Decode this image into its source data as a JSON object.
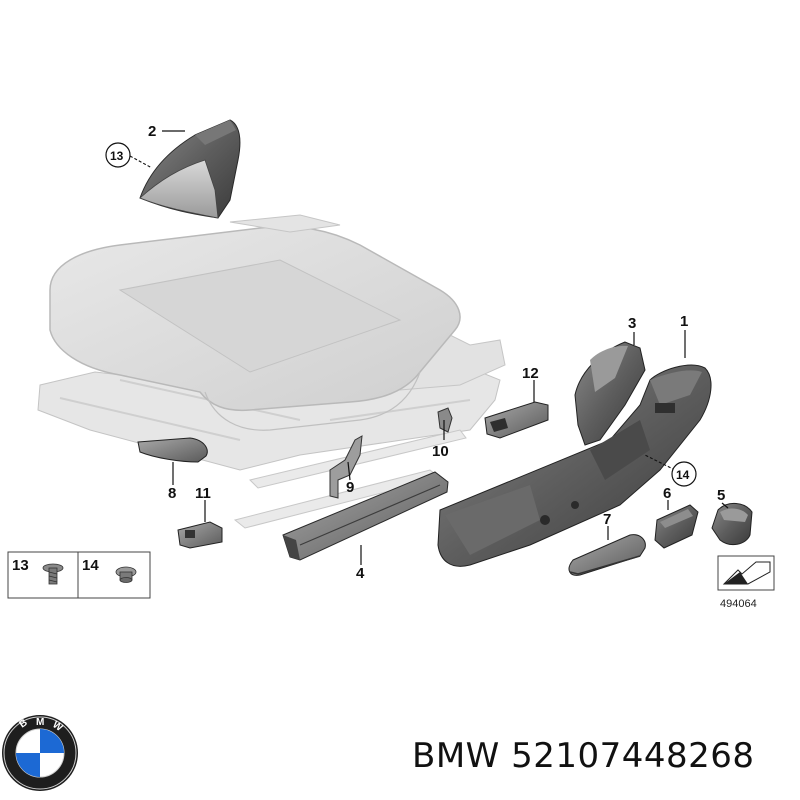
{
  "diagram": {
    "callouts": {
      "c1": "1",
      "c2": "2",
      "c3": "3",
      "c4": "4",
      "c5": "5",
      "c6": "6",
      "c7": "7",
      "c8": "8",
      "c9": "9",
      "c10": "10",
      "c11": "11",
      "c12": "12",
      "c13": "13",
      "c14": "14"
    },
    "legend": {
      "items": [
        {
          "number": "13",
          "icon": "screw-icon"
        },
        {
          "number": "14",
          "icon": "bolt-icon"
        }
      ]
    },
    "reference_number": "494064"
  },
  "logo": {
    "name": "bmw-logo",
    "lettering": "BMW"
  },
  "caption": "BMW 52107448268"
}
